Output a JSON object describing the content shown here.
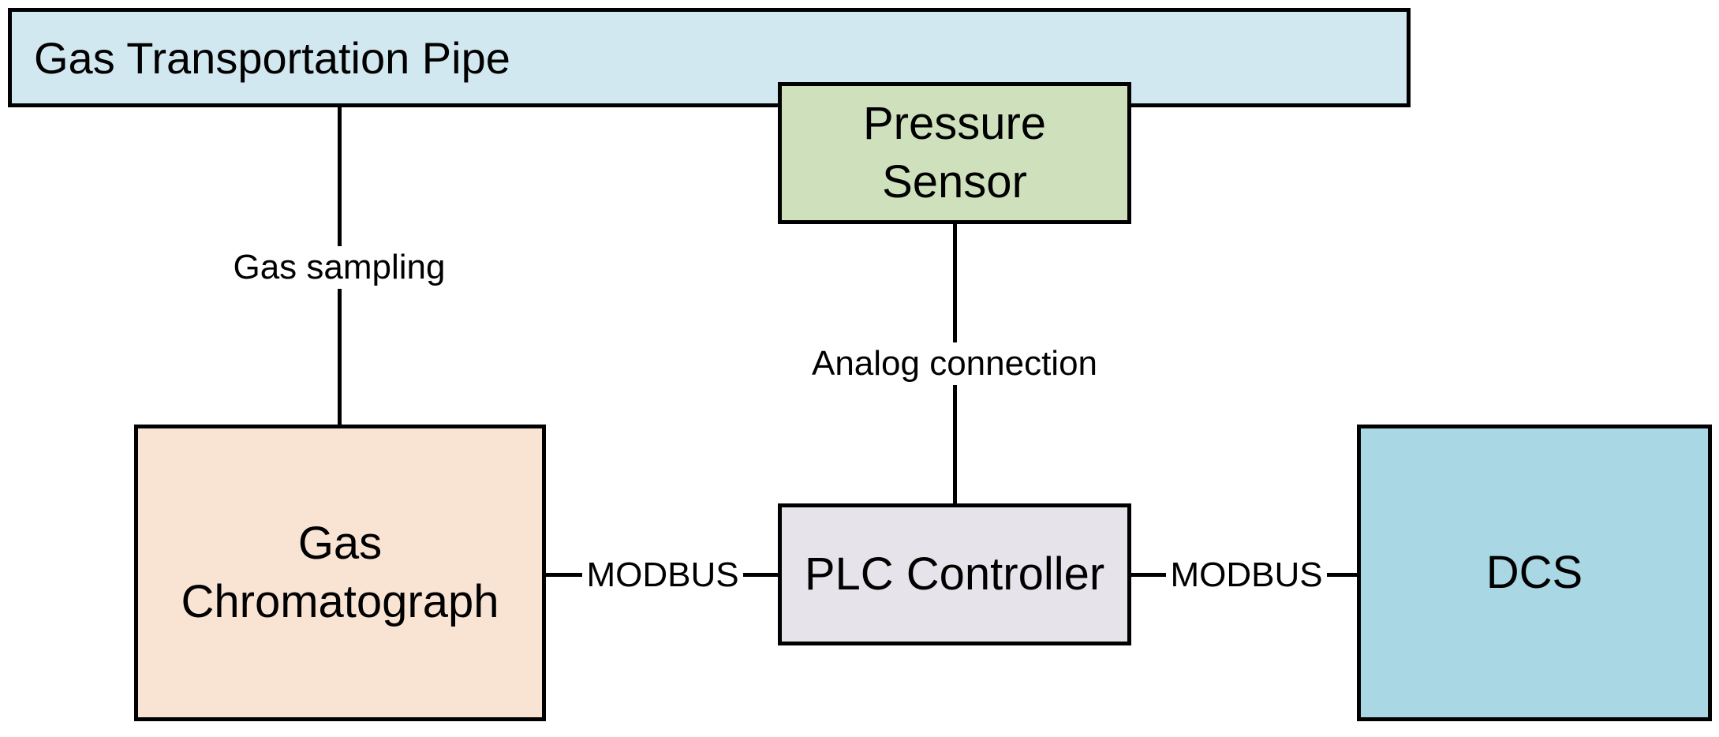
{
  "colors": {
    "pipe": "#d2e8f0",
    "pressure_sensor": "#cfe0bc",
    "gas_chromatograph": "#f9e3d3",
    "plc_controller": "#e7e3eb",
    "dcs": "#a9d8e4",
    "stroke": "#000000"
  },
  "diagram": {
    "pipe_label": "Gas Transportation Pipe",
    "pressure_sensor_line1": "Pressure",
    "pressure_sensor_line2": "Sensor",
    "gas_chromatograph_line1": "Gas",
    "gas_chromatograph_line2": "Chromatograph",
    "plc_controller": "PLC Controller",
    "dcs": "DCS",
    "edge_gas_sampling": "Gas sampling",
    "edge_analog_connection": "Analog connection",
    "edge_modbus_left": "MODBUS",
    "edge_modbus_right": "MODBUS"
  }
}
